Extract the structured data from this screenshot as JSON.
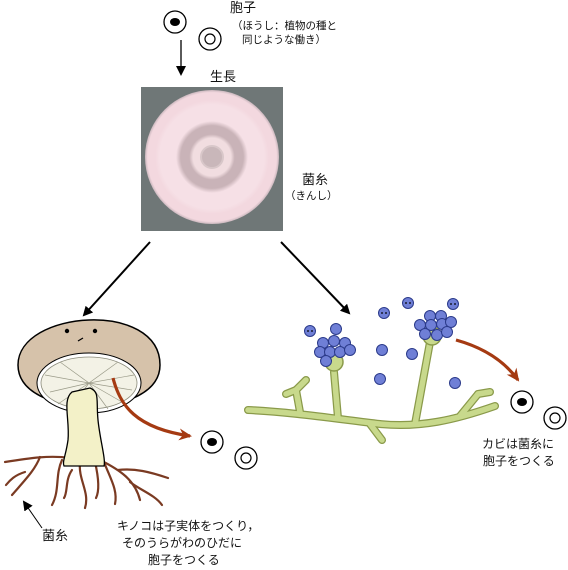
{
  "labels": {
    "spore": "胞子",
    "spore_note_1": "（ほうし：植物の種と",
    "spore_note_2": "同じような働き）",
    "growth": "生長",
    "hyphae": "菌糸",
    "hyphae_reading": "（きんし）",
    "mushroom_hyphae": "菌糸",
    "mushroom_caption_1": "キノコは子実体をつくり，",
    "mushroom_caption_2": "そのうらがわのひだに",
    "mushroom_caption_3": "胞子をつくる",
    "mold_caption_1": "カビは菌糸に",
    "mold_caption_2": "胞子をつくる"
  },
  "colors": {
    "spore_blue": "#6f7fd6",
    "hypha_green": "#c8d98c",
    "root_brown": "#7a3a22",
    "arrow_red": "#a53a12",
    "cap_tan": "#d6c2aa"
  }
}
